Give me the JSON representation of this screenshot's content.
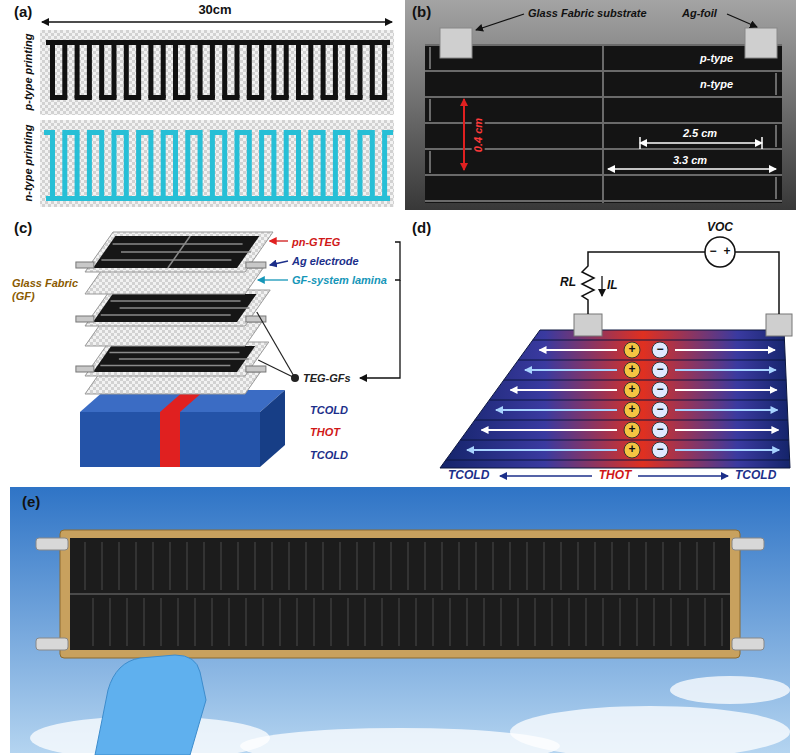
{
  "diagram": {
    "labels": [
      "(a)",
      "30cm",
      "p-type printing",
      "n-type printing",
      "(b)",
      "Glass Fabric substrate",
      "Ag-foil",
      "p-type",
      "n-type",
      "2.5 cm",
      "3.3 cm",
      "0.4 cm",
      "(c)",
      "pn-GTEG",
      "Ag electrode",
      "GF-system lamina",
      "Glass Fabric (GF)",
      "TEG-GFs",
      "TCOLD",
      "THOT",
      "TCOLD",
      "(d)",
      "VOC",
      "−",
      "+",
      "RL",
      "IL",
      "+",
      "−",
      "+",
      "−",
      "+",
      "−",
      "+",
      "−",
      "+",
      "−",
      "+",
      "−",
      "TCOLD",
      "THOT",
      "TCOLD",
      "(e)"
    ]
  }
}
